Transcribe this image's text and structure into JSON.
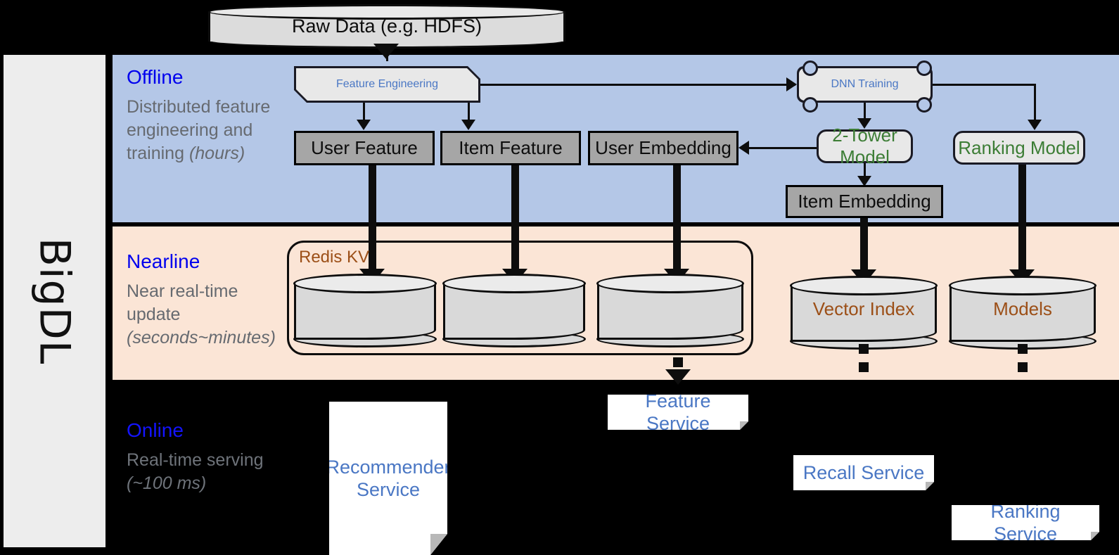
{
  "framework": {
    "name": "BigDL"
  },
  "source": {
    "label": "Raw Data (e.g. HDFS)",
    "icon": "database-cylinder-icon"
  },
  "bands": {
    "offline": {
      "title": "Offline",
      "description": "Distributed feature engineering and training ",
      "latency": "(hours)",
      "bg": "#b4c7e7"
    },
    "nearline": {
      "title": "Nearline",
      "description": "Near real-time update ",
      "latency": "(seconds~minutes)",
      "bg": "#fbe5d6"
    },
    "online": {
      "title": "Online",
      "description": "Real-time serving ",
      "latency": "(~100 ms)",
      "bg": "#000000"
    }
  },
  "offline_nodes": {
    "feature_engineering": "Feature Engineering",
    "dnn_training": "DNN Training",
    "user_feature": "User Feature",
    "item_feature": "Item Feature",
    "user_embedding": "User Embedding",
    "two_tower_model": "2-Tower Model",
    "ranking_model": "Ranking Model",
    "item_embedding": "Item Embedding"
  },
  "nearline_nodes": {
    "redis_kv": "Redis KV",
    "store_user_feature": "",
    "store_item_feature": "",
    "store_user_embedding": "",
    "vector_index": "Vector Index",
    "models": "Models"
  },
  "online_nodes": {
    "recommender_service": "Recommender Service",
    "feature_service": "Feature Service",
    "recall_service": "Recall Service",
    "ranking_service": "Ranking Service"
  },
  "colors": {
    "offline_band": "#b4c7e7",
    "nearline_band": "#fbe5d6",
    "online_band": "#000000",
    "band_title": "#0000ee",
    "band_desc": "#666a70",
    "process_text_blue": "#4a77c4",
    "model_text_green": "#3c7d35",
    "store_text_brown": "#9c4f17",
    "gray_box_fill": "#a6a6a6",
    "rail_fill": "#ededed"
  }
}
